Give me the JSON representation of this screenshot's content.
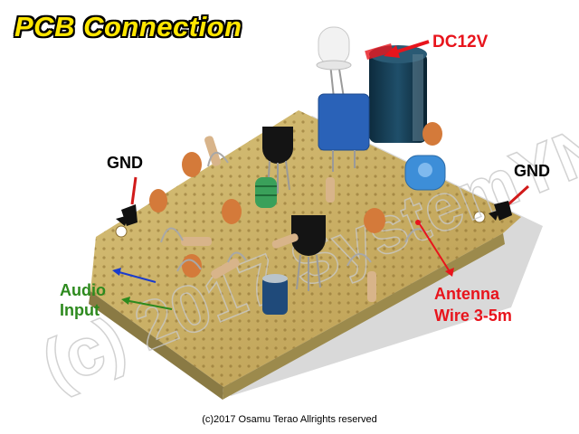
{
  "title": "PCB Connection",
  "labels": {
    "dc12v": "DC12V",
    "gnd_left": "GND",
    "gnd_right": "GND",
    "audio_line1": "Audio",
    "audio_line2": "Input",
    "antenna_line1": "Antenna",
    "antenna_line2": "Wire 3-5m"
  },
  "copyright": "(c)2017 Osamu Terao Allrights reserved",
  "colors": {
    "title": "#ffe600",
    "dc_arrow": "#e8141c",
    "antenna_arrow": "#e8141c",
    "audio_green": "#2d8a1e",
    "audio_blue": "#1a3ccc",
    "gnd_arrow": "#d11a1a",
    "board": "#cdb46a"
  }
}
